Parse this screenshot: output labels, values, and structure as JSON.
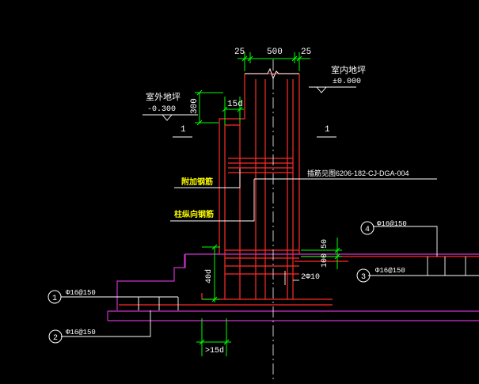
{
  "colors": {
    "background": "#000000",
    "wall": "#ff2b2b",
    "outline": "#cc33cc",
    "dimension": "#00ff00",
    "leader": "#ffffff",
    "label_highlight": "#ffff00",
    "centerline": "#ffffff"
  },
  "dims": {
    "top_left": "25",
    "top_mid": "500",
    "top_right": "25",
    "height_300": "300",
    "lap_15d": "15d",
    "d50": "50",
    "d100": "100",
    "d40d": "40d",
    "bottom_15d": ">15d"
  },
  "labels": {
    "outdoor_floor": "室外地坪",
    "outdoor_elev": "-0.300",
    "indoor_floor": "室内地坪",
    "indoor_elev": "±0.000",
    "section_mark_left": "1",
    "section_mark_right": "1",
    "additional_rebar": "附加钢筋",
    "column_longitudinal": "柱纵向钢筋",
    "reference": "插筋见图6206-182-CJ-DGA-004",
    "two_phi10": "2Φ10"
  },
  "callouts": [
    {
      "num": "1",
      "text": "Φ16@150"
    },
    {
      "num": "2",
      "text": "Φ16@150"
    },
    {
      "num": "3",
      "text": "Φ16@150"
    },
    {
      "num": "4",
      "text": "Φ16@150"
    }
  ]
}
